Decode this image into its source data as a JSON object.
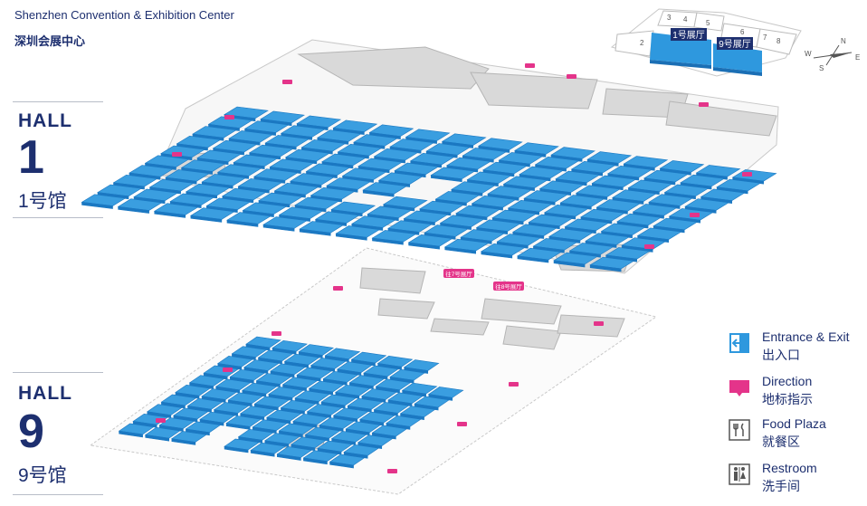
{
  "venue": {
    "title": "Shenzhen Convention & Exhibition Center",
    "title_cn": "深圳会展中心"
  },
  "halls": [
    {
      "word": "HALL",
      "number": "1",
      "name_cn": "1号馆"
    },
    {
      "word": "HALL",
      "number": "9",
      "name_cn": "9号馆"
    }
  ],
  "minimap": {
    "hall_1_label": "1号展厅",
    "hall_9_label": "9号展厅",
    "numbers": [
      "2",
      "3",
      "4",
      "5",
      "6",
      "7",
      "8"
    ]
  },
  "compass": {
    "n": "N",
    "e": "E",
    "s": "S",
    "w": "W"
  },
  "legend": [
    {
      "icon": "entrance-exit-icon",
      "en": "Entrance & Exit",
      "cn": "出入口"
    },
    {
      "icon": "direction-icon",
      "en": "Direction",
      "cn": "地标指示"
    },
    {
      "icon": "food-plaza-icon",
      "en": "Food Plaza",
      "cn": "就餐区"
    },
    {
      "icon": "restroom-icon",
      "en": "Restroom",
      "cn": "洗手间"
    }
  ],
  "map_labels": {
    "hall9_to_hall7": "往7号展厅",
    "hall9_to_hall8": "往8号展厅"
  },
  "colors": {
    "booth": "#3a9ee0",
    "booth_dark": "#1b78c2",
    "direction_pink": "#e4348a",
    "navy": "#1d2f6f",
    "grey_area": "#d6d6d6"
  }
}
